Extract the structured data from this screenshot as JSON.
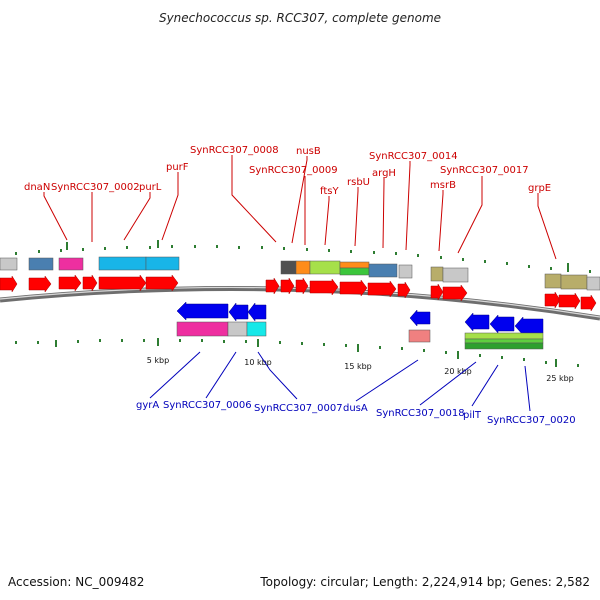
{
  "title": "Synechococcus sp. RCC307, complete genome",
  "footer": {
    "accession": "Accession: NC_009482",
    "summary": "Topology: circular; Length: 2,224,914 bp; Genes: 2,582"
  },
  "colors": {
    "forward_arrow": "#ff0000",
    "reverse_arrow": "#0000ee",
    "label_forward": "#cc0000",
    "label_reverse": "#0000bb",
    "backbone": "#808080",
    "tick": "#2e7d32"
  },
  "scale_labels": [
    "5 kbp",
    "10 kbp",
    "15 kbp",
    "20 kbp",
    "25 kbp"
  ],
  "forward_labels": [
    "dnaN",
    "SynRCC307_0002",
    "purL",
    "purF",
    "SynRCC307_0008",
    "nusB",
    "SynRCC307_0009",
    "ftsY",
    "rsbU",
    "argH",
    "SynRCC307_0014",
    "msrB",
    "SynRCC307_0017",
    "grpE"
  ],
  "reverse_labels": [
    "gyrA",
    "SynRCC307_0006",
    "SynRCC307_0007",
    "dusA",
    "SynRCC307_0018",
    "pilT",
    "SynRCC307_0020"
  ]
}
